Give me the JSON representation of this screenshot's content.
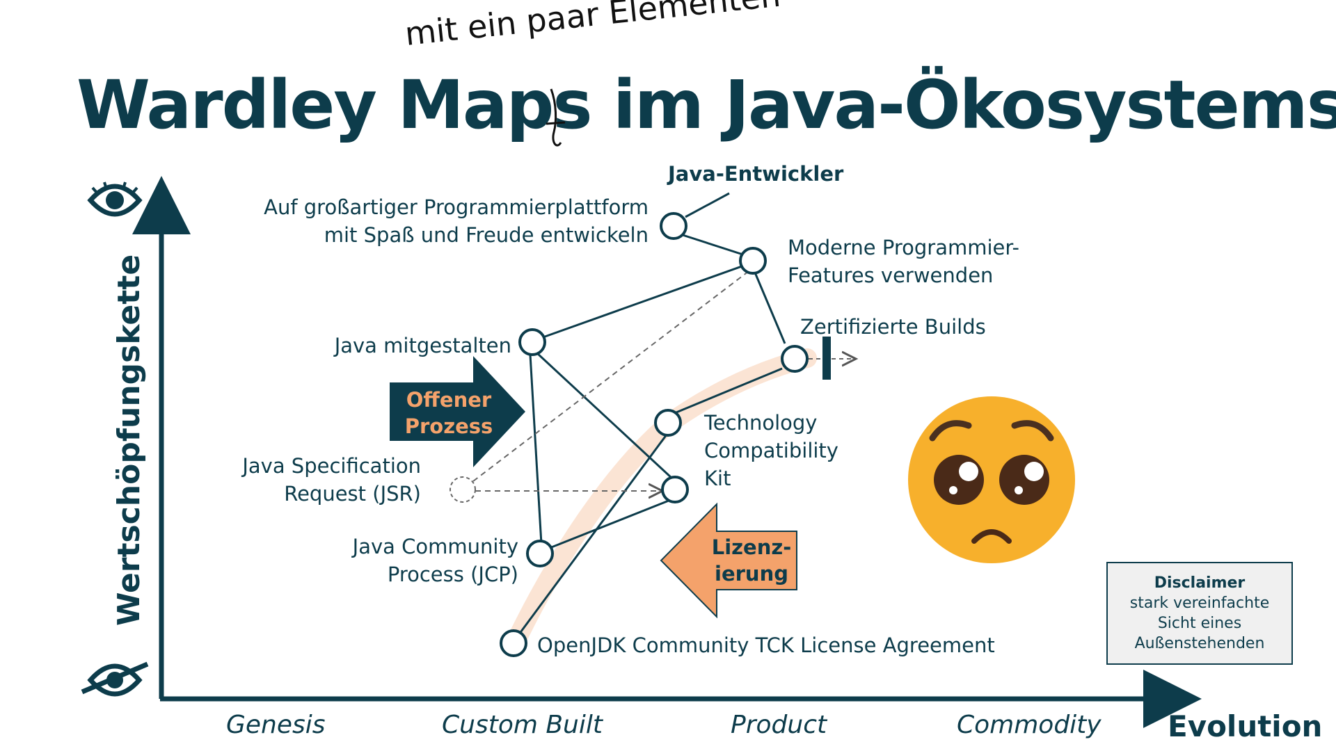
{
  "title": {
    "main": "Wardley Maps",
    "rest": " im Java-Ökosystems",
    "handwritten_insert": "mit ein paar Elementen"
  },
  "axes": {
    "y_label": "Wertschöpfungskette",
    "x_label": "Evolution",
    "stages": [
      "Genesis",
      "Custom Built",
      "Product",
      "Commodity"
    ],
    "top_icon": "eye-icon",
    "bottom_icon": "eye-crossed-out-icon"
  },
  "nodes": {
    "anchor": "Java-Entwickler",
    "plattform_line1": "Auf großartiger Programmierplattform",
    "plattform_line2": "mit Spaß und Freude entwickeln",
    "features_line1": "Moderne Programmier-",
    "features_line2": "Features verwenden",
    "builds": "Zertifizierte Builds",
    "mitgestalten": "Java mitgestalten",
    "jsr_line1": "Java Specification",
    "jsr_line2": "Request (JSR)",
    "tck_line1": "Technology",
    "tck_line2": "Compatibility",
    "tck_line3": "Kit",
    "jcp_line1": "Java Community",
    "jcp_line2": "Process (JCP)",
    "license": "OpenJDK Community TCK License Agreement"
  },
  "arrows": {
    "offen_line1": "Offener",
    "offen_line2": "Prozess",
    "lizenz_line1": "Lizenz-",
    "lizenz_line2": "ierung"
  },
  "disclaimer": {
    "heading": "Disclaimer",
    "line1": "stark vereinfachte",
    "line2": "Sicht eines",
    "line3": "Außenstehenden"
  },
  "emoji": "pleading-face-icon",
  "colors": {
    "navy": "#0d3c4b",
    "orange": "#f4a26b",
    "orange_light": "#fbe4d4",
    "emoji_yellow": "#f7b02c"
  }
}
